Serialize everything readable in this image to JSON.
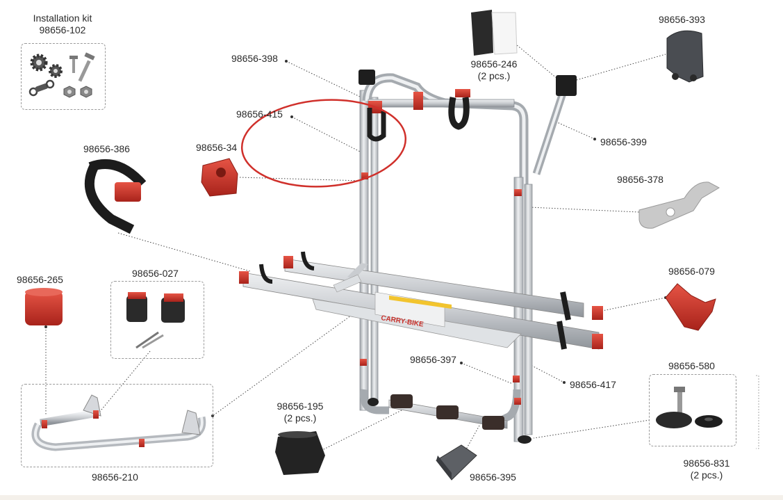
{
  "labels": {
    "kit_title": "Installation kit",
    "kit_code": "98656-102",
    "p398": "98656-398",
    "p415": "98656-415",
    "p34x": "98656-34",
    "p386": "98656-386",
    "p246": "98656-246",
    "p246_qty": "(2 pcs.)",
    "p393": "98656-393",
    "p399": "98656-399",
    "p378": "98656-378",
    "p079": "98656-079",
    "p265": "98656-265",
    "p027": "98656-027",
    "p397": "98656-397",
    "p417": "98656-417",
    "p580": "98656-580",
    "p195": "98656-195",
    "p195_qty": "(2 pcs.)",
    "p831": "98656-831",
    "p831_qty": "(2 pcs.)",
    "p395": "98656-395",
    "p210": "98656-210"
  },
  "decal": {
    "brand": "CARRY-BIKE"
  },
  "colors": {
    "aluminium": "#c9ccd0",
    "aluminium_dark": "#9ea3a8",
    "red_part": "#d0332a",
    "black_part": "#222222",
    "grey_part": "#c4c4c4",
    "highlight_circle": "#d0302b",
    "leader_line": "#444444",
    "callout_box": "#9a9a9a"
  },
  "icons": {
    "kit_contents": [
      "gear-icon",
      "screw-icon",
      "chain-icon",
      "nut-icon"
    ]
  }
}
